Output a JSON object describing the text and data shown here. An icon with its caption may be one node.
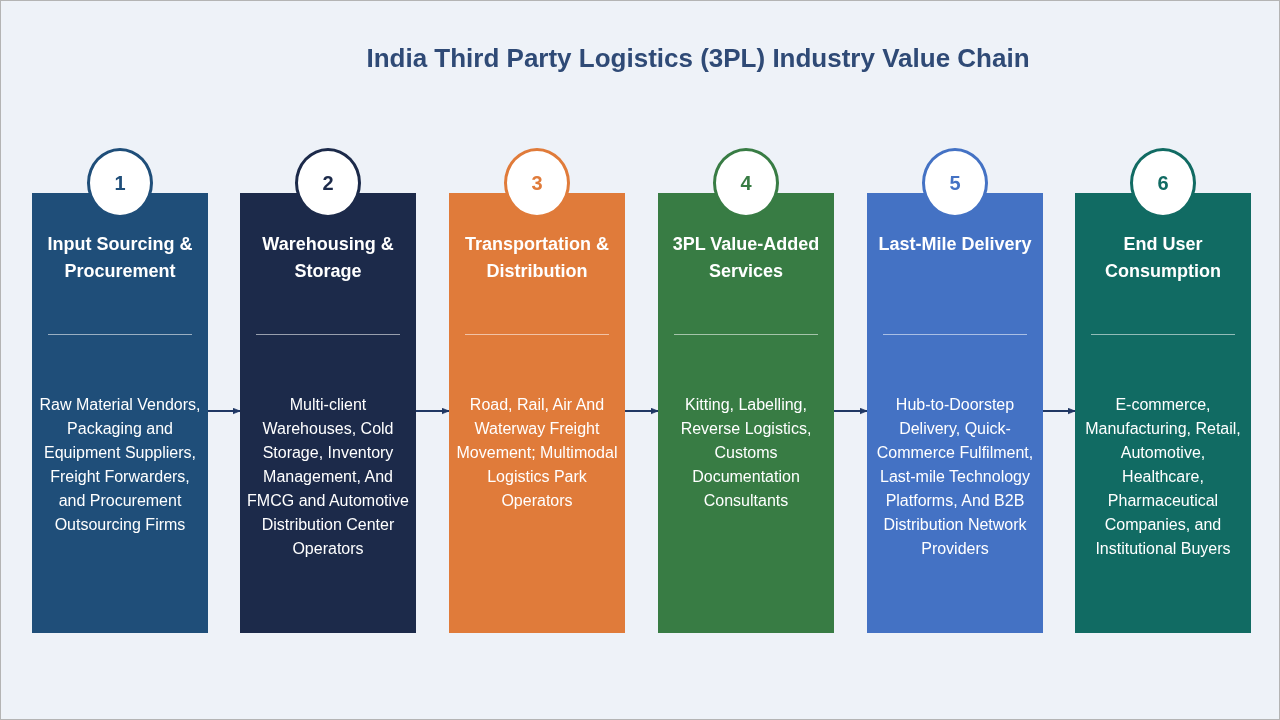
{
  "diagram": {
    "title": "India Third Party Logistics (3PL) Industry Value Chain",
    "nodes": [
      {
        "text": [
          "1"
        ]
      },
      {
        "text": [
          "Input Sourcing & Procurement",
          "Raw Material Vendors, Packaging and Equipment Suppliers, Freight Forwarders, and Procurement Outsourcing Firms"
        ]
      },
      {
        "text": [
          "2"
        ]
      },
      {
        "text": [
          "Warehousing & Storage",
          "Multi-client Warehouses, Cold Storage, Inventory Management, And FMCG and Automotive Distribution Center Operators"
        ]
      },
      {
        "text": [
          "3"
        ]
      },
      {
        "text": [
          "Transportation & Distribution",
          "Road, Rail, Air And Waterway Freight Movement; Multimodal Logistics Park Operators"
        ]
      },
      {
        "text": [
          "4"
        ]
      },
      {
        "text": [
          "3PL Value-Added Services",
          "Kitting, Labelling, Reverse Logistics, Customs Documentation Consultants"
        ]
      },
      {
        "text": [
          "5"
        ]
      },
      {
        "text": [
          "Last-Mile Delivery",
          "Hub-to-Doorstep Delivery, Quick-Commerce Fulfilment, Last-mile Technology Platforms, And B2B Distribution Network Providers"
        ]
      },
      {
        "text": [
          "6"
        ]
      },
      {
        "text": [
          "End User Consumption",
          "E-commerce, Manufacturing, Retail, Automotive, Healthcare, Pharmaceutical Companies, and Institutional Buyers"
        ]
      }
    ],
    "edges": [
      {
        "from": 1,
        "to": 3,
        "arrow": "to"
      },
      {
        "from": 3,
        "to": 5,
        "arrow": "to"
      },
      {
        "from": 5,
        "to": 7,
        "arrow": "to"
      },
      {
        "from": 7,
        "to": 9,
        "arrow": "to"
      },
      {
        "from": 9,
        "to": 11,
        "arrow": "to"
      }
    ]
  }
}
